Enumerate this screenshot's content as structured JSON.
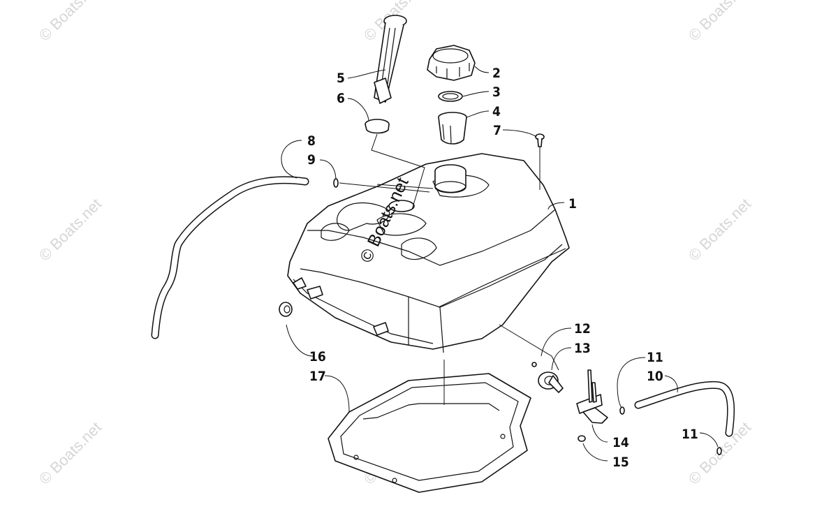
{
  "watermark": {
    "text": "© Boats.net",
    "center_text": "© Boats.net"
  },
  "callouts": [
    {
      "id": "callout-1",
      "label": "1"
    },
    {
      "id": "callout-2",
      "label": "2"
    },
    {
      "id": "callout-3",
      "label": "3"
    },
    {
      "id": "callout-4",
      "label": "4"
    },
    {
      "id": "callout-5",
      "label": "5"
    },
    {
      "id": "callout-6",
      "label": "6"
    },
    {
      "id": "callout-7",
      "label": "7"
    },
    {
      "id": "callout-8",
      "label": "8"
    },
    {
      "id": "callout-9",
      "label": "9"
    },
    {
      "id": "callout-10",
      "label": "10"
    },
    {
      "id": "callout-11a",
      "label": "11"
    },
    {
      "id": "callout-11b",
      "label": "11"
    },
    {
      "id": "callout-12",
      "label": "12"
    },
    {
      "id": "callout-13",
      "label": "13"
    },
    {
      "id": "callout-14",
      "label": "14"
    },
    {
      "id": "callout-15",
      "label": "15"
    },
    {
      "id": "callout-16",
      "label": "16"
    },
    {
      "id": "callout-17",
      "label": "17"
    }
  ]
}
